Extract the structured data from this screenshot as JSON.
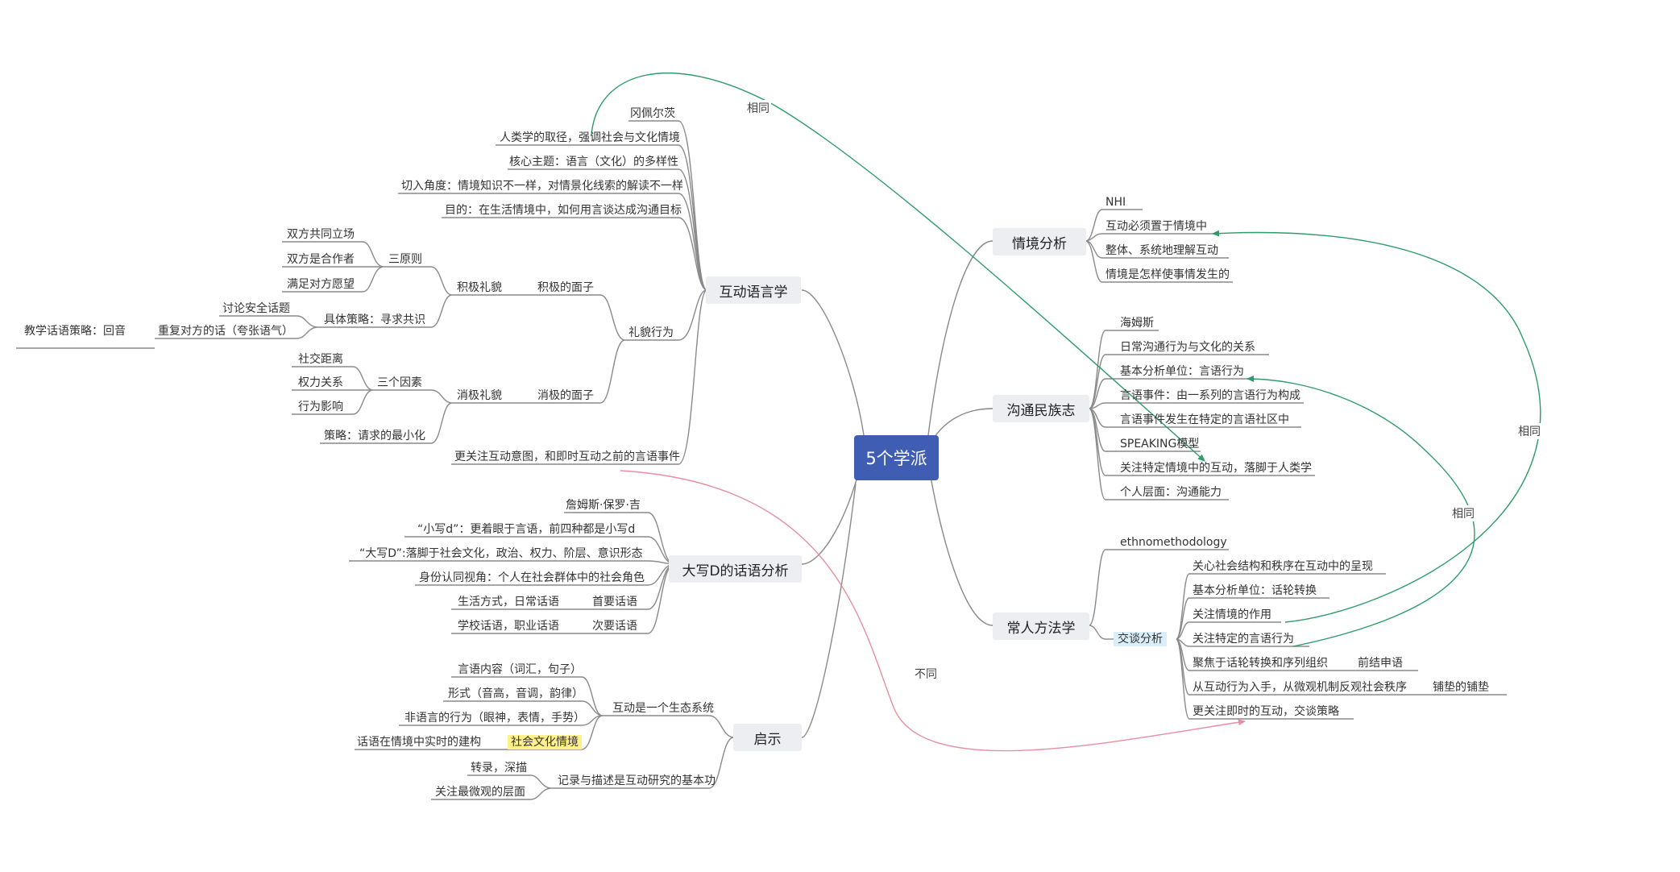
{
  "root": "5个学派",
  "branches": {
    "interactional": "互动语言学",
    "bigd": "大写D的话语分析",
    "insight": "启示",
    "situation": "情境分析",
    "ethno": "沟通民族志",
    "ethnomethod": "常人方法学"
  },
  "interactional": {
    "gumperz": "冈佩尔茨",
    "anthro": "人类学的取径，强调社会与文化情境",
    "core": "核心主题：语言（文化）的多样性",
    "angle": "切入角度：情境知识不一样，对情景化线索的解读不一样",
    "goal": "目的：在生活情境中，如何用言谈达成沟通目标",
    "politeness": "礼貌行为",
    "pos_face": "积极的面子",
    "pos_polite": "积极礼貌",
    "three_principles": "三原则",
    "p1": "双方共同立场",
    "p2": "双方是合作者",
    "p3": "满足对方愿望",
    "strategy": "具体策略：寻求共识",
    "s1": "讨论安全话题",
    "s2": "重复对方的话（夸张语气）",
    "s3": "教学话语策略：回音",
    "neg_face": "消极的面子",
    "neg_polite": "消极礼貌",
    "three_factors": "三个因素",
    "f1": "社交距离",
    "f2": "权力关系",
    "f3": "行为影响",
    "minimize": "策略：请求的最小化",
    "focus": "更关注互动意图，和即时互动之前的言语事件"
  },
  "bigd": {
    "gee": "詹姆斯·保罗·吉",
    "small_d": "“小写d”：更着眼于言语，前四种都是小写d",
    "big_d": "“大写D”:落脚于社会文化，政治、权力、阶层、意识形态",
    "identity": "身份认同视角：个人在社会群体中的社会角色",
    "primary": "首要话语",
    "primary_ex": "生活方式，日常话语",
    "secondary": "次要话语",
    "secondary_ex": "学校话语，职业话语"
  },
  "insight": {
    "eco": "互动是一个生态系统",
    "e1": "言语内容（词汇，句子）",
    "e2": "形式（音高，音调，韵律）",
    "e3": "非语言的行为（眼神，表情，手势）",
    "e4": "话语在情境中实时的建构",
    "sociocultural": "社会文化情境",
    "record": "记录与描述是互动研究的基本功",
    "r1": "转录，深描",
    "r2": "关注最微观的层面"
  },
  "situation": {
    "nhi": "NHI",
    "c1": "互动必须置于情境中",
    "c2": "整体、系统地理解互动",
    "c3": "情境是怎样使事情发生的"
  },
  "ethno": {
    "hymes": "海姆斯",
    "c1": "日常沟通行为与文化的关系",
    "c2": "基本分析单位：言语行为",
    "c3": "言语事件：由一系列的言语行为构成",
    "c4": "言语事件发生在特定的言语社区中",
    "c5": "SPEAKING模型",
    "c6": "关注特定情境中的互动，落脚于人类学",
    "c7": "个人层面：沟通能力"
  },
  "ethnomethod": {
    "en": "ethnomethodology",
    "ca": "交谈分析",
    "c1": "关心社会结构和秩序在互动中的呈现",
    "c2": "基本分析单位：话轮转换",
    "c3": "关注情境的作用",
    "c4": "关注特定的言语行为",
    "c5": "聚焦于话轮转换和序列组织",
    "c5a": "前结申语",
    "c6": "从互动行为入手，从微观机制反观社会秩序",
    "c6a": "铺垫的铺垫",
    "c7": "更关注即时的互动，交谈策略"
  },
  "relations": {
    "same1": "相同",
    "diff": "不同",
    "same2": "相同",
    "same3": "相同"
  },
  "colors": {
    "root": "#3f5db3",
    "branch_bg": "#edeef2",
    "line": "#7f7f7f",
    "relation_green": "#2e9b6a",
    "relation_pink": "#e58fa0",
    "highlight_yellow": "#fff08a",
    "highlight_blue": "#d9eef8"
  }
}
